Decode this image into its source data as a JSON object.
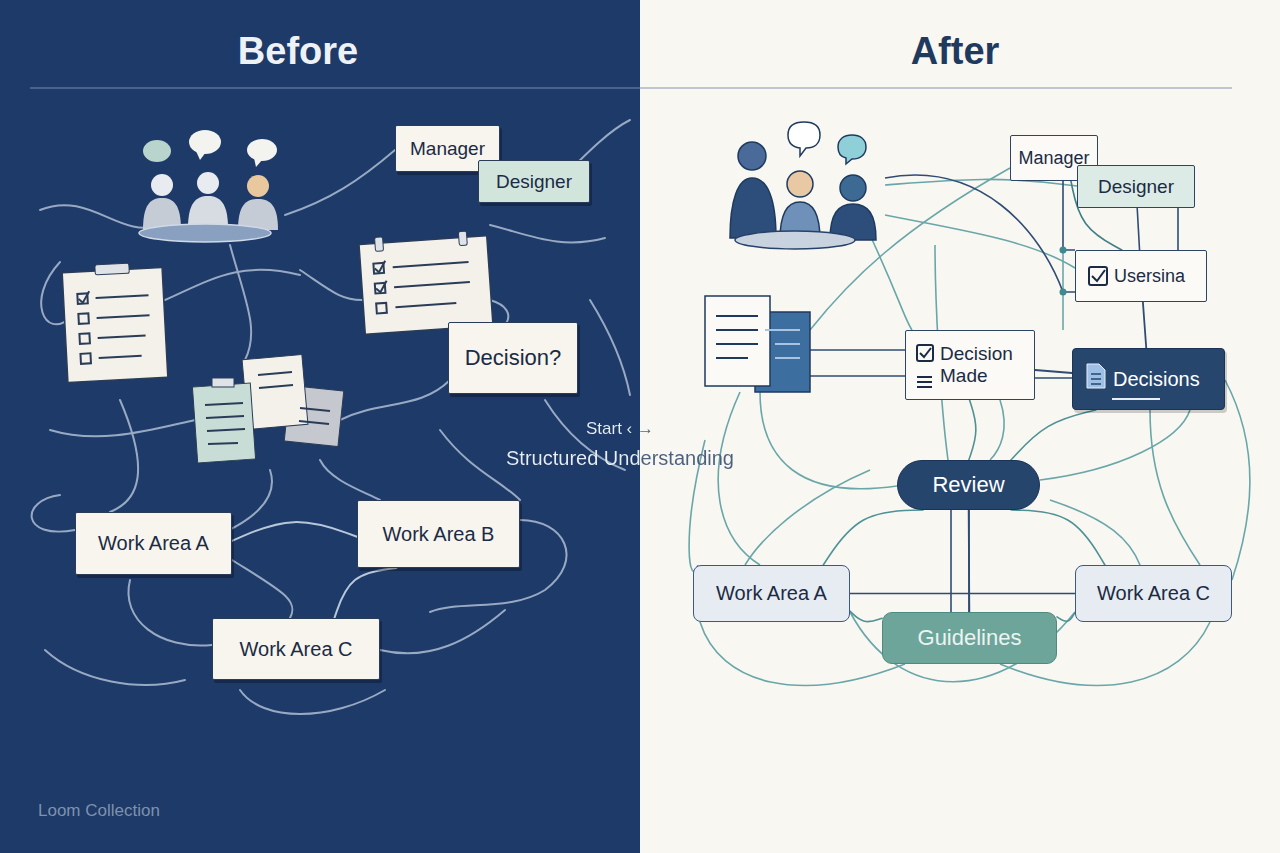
{
  "diagram": {
    "nodes": [
      {
        "text": [
          "Manager"
        ]
      },
      {
        "text": [
          "Designer"
        ]
      },
      {
        "text": [
          "Decision?"
        ]
      },
      {
        "text": [
          "Work Area A"
        ]
      },
      {
        "text": [
          "Work Area B"
        ]
      },
      {
        "text": [
          "Work Area C"
        ]
      },
      {
        "text": [
          "Manager"
        ]
      },
      {
        "text": [
          "Designer"
        ]
      },
      {
        "text": [
          "Usersina"
        ]
      },
      {
        "text": [
          "Decision Made"
        ]
      },
      {
        "text": [
          "Decisions"
        ]
      },
      {
        "text": [
          "Review"
        ]
      },
      {
        "text": [
          "Work Area A"
        ]
      },
      {
        "text": [
          "Work Area C"
        ]
      },
      {
        "text": [
          "Guidelines"
        ]
      }
    ],
    "edges": [
      {
        "from": 3,
        "to": 4,
        "arrow": "none"
      },
      {
        "from": 4,
        "to": 5,
        "arrow": "none"
      },
      {
        "from": 6,
        "to": 8,
        "arrow": "none"
      },
      {
        "from": 7,
        "to": 8,
        "arrow": "none"
      },
      {
        "from": 8,
        "to": 10,
        "arrow": "none"
      },
      {
        "from": 9,
        "to": 10,
        "arrow": "none"
      },
      {
        "from": 9,
        "to": 11,
        "arrow": "none"
      },
      {
        "from": 10,
        "to": 11,
        "arrow": "none"
      },
      {
        "from": 11,
        "to": 12,
        "arrow": "none"
      },
      {
        "from": 11,
        "to": 13,
        "arrow": "none"
      },
      {
        "from": 11,
        "to": 14,
        "arrow": "none"
      },
      {
        "from": 12,
        "to": 13,
        "arrow": "none"
      },
      {
        "from": 12,
        "to": 14,
        "arrow": "none"
      },
      {
        "from": 13,
        "to": 14,
        "arrow": "none"
      }
    ],
    "labels": [
      "Before",
      "After",
      "Start ‹ →",
      "Structured Understanding",
      "Loom Collection"
    ]
  }
}
